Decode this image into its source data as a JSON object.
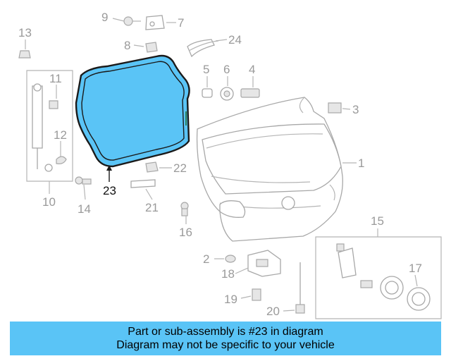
{
  "colors": {
    "highlight": "#5ac4f6",
    "outline": "#1a1a1a",
    "banner": "#5ac4f6",
    "parts": "#a8a8a8"
  },
  "labels": {
    "p1": "1",
    "p2": "2",
    "p3": "3",
    "p4": "4",
    "p5": "5",
    "p6": "6",
    "p7": "7",
    "p8": "8",
    "p9": "9",
    "p10": "10",
    "p11": "11",
    "p12": "12",
    "p13": "13",
    "p14": "14",
    "p15": "15",
    "p16": "16",
    "p17": "17",
    "p18": "18",
    "p19": "19",
    "p20": "20",
    "p21": "21",
    "p22": "22",
    "p23": "23",
    "p24": "24"
  },
  "banner": {
    "line1": "Part or sub-assembly is #23 in diagram",
    "line2": "Diagram may not be specific to your vehicle"
  }
}
